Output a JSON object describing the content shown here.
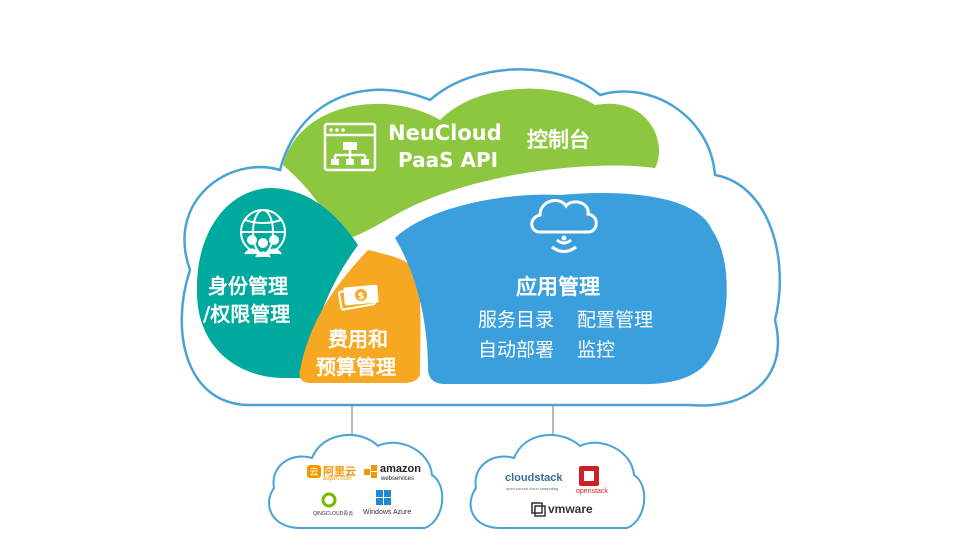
{
  "colors": {
    "cloud_outline": "#4aa3d6",
    "green": "#8dc63f",
    "teal": "#00a99d",
    "orange": "#f7a823",
    "blue": "#3a9fdc"
  },
  "console": {
    "icon": "sitemap-window-icon",
    "title_line1": "NeuCloud",
    "title_line2": "PaaS API",
    "label": "控制台"
  },
  "identity": {
    "icon": "globe-users-icon",
    "line1": "身份管理",
    "line2": "/权限管理"
  },
  "cost": {
    "icon": "money-icon",
    "line1": "费用和",
    "line2": "预算管理"
  },
  "app": {
    "icon": "cloud-wifi-icon",
    "title": "应用管理",
    "items": [
      "服务目录",
      "配置管理",
      "自动部署",
      "监控"
    ]
  },
  "public_providers": {
    "aliyun_name": "阿里云",
    "aliyun_domain": "aliyun.com",
    "amazon_name": "amazon",
    "amazon_sub": "webservices",
    "qingcloud": "QINGCLOUD青云",
    "azure": "Windows Azure"
  },
  "private_providers": {
    "cloudstack": "cloudstack",
    "cloudstack_sub": "open source cloud computing",
    "openstack": "openstack",
    "vmware": "vmware"
  }
}
